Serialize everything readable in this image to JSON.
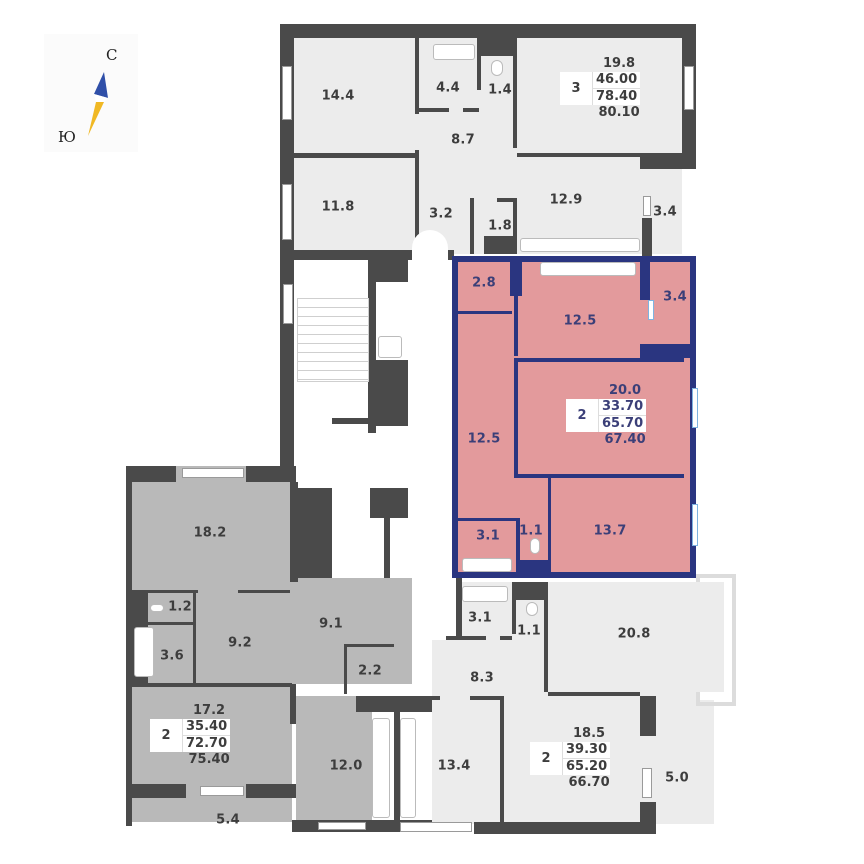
{
  "compass": {
    "north_label": "С",
    "south_label": "Ю",
    "north_color": "#2f4fa8",
    "south_color": "#f0b824"
  },
  "colors": {
    "wall": "#4a4a4a",
    "highlight_wall": "#2a3580",
    "highlight_fill": "#e39a9c",
    "apartment_light": "#ececec",
    "apartment_grey": "#b9b9b9"
  },
  "apartments": [
    {
      "id": "apt-top-3room",
      "rooms_count": "3",
      "living_area": "46.00",
      "total_area": "78.40",
      "total_with_balcony": "80.10",
      "rooms": [
        {
          "label": "14.4"
        },
        {
          "label": "4.4"
        },
        {
          "label": "1.4"
        },
        {
          "label": "19.8"
        },
        {
          "label": "8.7"
        },
        {
          "label": "11.8"
        },
        {
          "label": "3.2"
        },
        {
          "label": "1.8"
        },
        {
          "label": "12.9"
        },
        {
          "label": "3.4"
        }
      ]
    },
    {
      "id": "apt-highlighted-2room",
      "rooms_count": "2",
      "living_area": "33.70",
      "total_area": "65.70",
      "total_with_balcony": "67.40",
      "rooms": [
        {
          "label": "2.8"
        },
        {
          "label": "12.5"
        },
        {
          "label": "3.4"
        },
        {
          "label": "20.0"
        },
        {
          "label": "12.5"
        },
        {
          "label": "3.1"
        },
        {
          "label": "1.1"
        },
        {
          "label": "13.7"
        }
      ]
    },
    {
      "id": "apt-left-2room",
      "rooms_count": "2",
      "living_area": "35.40",
      "total_area": "72.70",
      "total_with_balcony": "75.40",
      "rooms": [
        {
          "label": "18.2"
        },
        {
          "label": "1.2"
        },
        {
          "label": "3.6"
        },
        {
          "label": "9.2"
        },
        {
          "label": "9.1"
        },
        {
          "label": "2.2"
        },
        {
          "label": "17.2"
        },
        {
          "label": "12.0"
        },
        {
          "label": "5.4"
        }
      ]
    },
    {
      "id": "apt-bottom-right-2room",
      "rooms_count": "2",
      "living_area": "39.30",
      "total_area": "65.20",
      "total_with_balcony": "66.70",
      "rooms": [
        {
          "label": "3.1"
        },
        {
          "label": "1.1"
        },
        {
          "label": "20.8"
        },
        {
          "label": "8.3"
        },
        {
          "label": "13.4"
        },
        {
          "label": "18.5"
        },
        {
          "label": "5.0"
        }
      ]
    }
  ]
}
